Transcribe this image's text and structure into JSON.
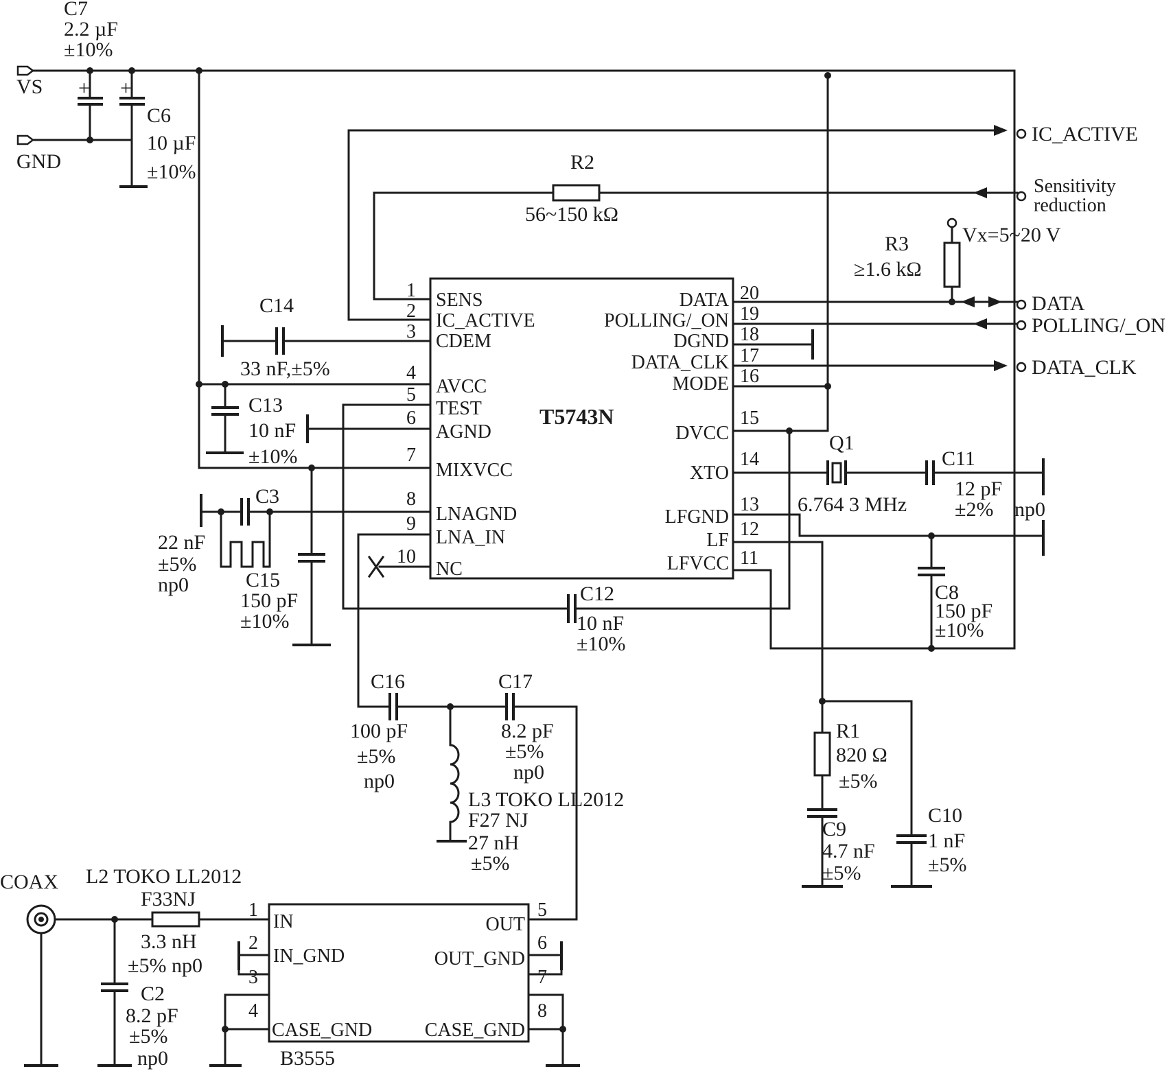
{
  "supply": {
    "vs": "VS",
    "gnd": "GND"
  },
  "c7": {
    "name": "C7",
    "value": "2.2 µF",
    "tol": "±10%"
  },
  "c6": {
    "name": "C6",
    "value": "10 µF",
    "tol": "±10%"
  },
  "r2": {
    "name": "R2",
    "value": "56~150 kΩ"
  },
  "r3": {
    "name": "R3",
    "value": "≥1.6 kΩ",
    "vx": "Vx=5~20 V"
  },
  "outputs": {
    "ic_active": "IC_ACTIVE",
    "sens_1": "Sensitivity",
    "sens_2": "reduction",
    "data": "DATA",
    "polling": "POLLING/_ON",
    "data_clk": "DATA_CLK"
  },
  "c14": {
    "name": "C14",
    "value": "33 nF,±5%"
  },
  "c13": {
    "name": "C13",
    "value": "10 nF",
    "tol": "±10%"
  },
  "c3": {
    "name": "C3",
    "value": "22 nF",
    "tol": "±5%",
    "np0": "np0"
  },
  "c15": {
    "name": "C15",
    "value": "150 pF",
    "tol": "±10%"
  },
  "ic": {
    "name": "T5743N",
    "left_pins": [
      {
        "num": "1",
        "label": "SENS"
      },
      {
        "num": "2",
        "label": "IC_ACTIVE"
      },
      {
        "num": "3",
        "label": "CDEM"
      },
      {
        "num": "4",
        "label": "AVCC"
      },
      {
        "num": "5",
        "label": "TEST"
      },
      {
        "num": "6",
        "label": "AGND"
      },
      {
        "num": "7",
        "label": "MIXVCC"
      },
      {
        "num": "8",
        "label": "LNAGND"
      },
      {
        "num": "9",
        "label": "LNA_IN"
      },
      {
        "num": "10",
        "label": "NC"
      }
    ],
    "right_pins": [
      {
        "num": "20",
        "label": "DATA"
      },
      {
        "num": "19",
        "label": "POLLING/_ON"
      },
      {
        "num": "18",
        "label": "DGND"
      },
      {
        "num": "17",
        "label": "DATA_CLK"
      },
      {
        "num": "16",
        "label": "MODE"
      },
      {
        "num": "15",
        "label": "DVCC"
      },
      {
        "num": "14",
        "label": "XTO"
      },
      {
        "num": "13",
        "label": "LFGND"
      },
      {
        "num": "12",
        "label": "LF"
      },
      {
        "num": "11",
        "label": "LFVCC"
      }
    ]
  },
  "q1": {
    "name": "Q1",
    "value": "6.764 3 MHz"
  },
  "c11": {
    "name": "C11",
    "value": "12 pF",
    "tol": "±2%",
    "np0": "np0"
  },
  "c8": {
    "name": "C8",
    "value": "150 pF",
    "tol": "±10%"
  },
  "c12": {
    "name": "C12",
    "value": "10 nF",
    "tol": "±10%"
  },
  "c16": {
    "name": "C16",
    "value": "100 pF",
    "tol": "±5%",
    "np0": "np0"
  },
  "c17": {
    "name": "C17",
    "value": "8.2 pF",
    "tol": "±5%",
    "np0": "np0"
  },
  "l3": {
    "line1": "L3 TOKO LL2012",
    "line2": "F27 NJ",
    "value": "27 nH",
    "tol": "±5%"
  },
  "r1": {
    "name": "R1",
    "value": "820  Ω",
    "tol": "±5%"
  },
  "c9": {
    "name": "C9",
    "value": "4.7 nF",
    "tol": "±5%"
  },
  "c10": {
    "name": "C10",
    "value": "1 nF",
    "tol": "±5%"
  },
  "coax": "COAX",
  "l2": {
    "line1": "L2 TOKO LL2012",
    "line2": "F33NJ",
    "value": "3.3 nH",
    "tol": "±5% np0"
  },
  "c2": {
    "name": "C2",
    "value": "8.2 pF",
    "tol": "±5%",
    "np0": "np0"
  },
  "filter": {
    "name": "B3555",
    "pins": [
      {
        "num": "1",
        "label": "IN"
      },
      {
        "num": "2",
        "label": "IN_GND"
      },
      {
        "num": "3",
        "label": ""
      },
      {
        "num": "4",
        "label": "CASE_GND"
      },
      {
        "num": "5",
        "label": "OUT"
      },
      {
        "num": "6",
        "label": "OUT_GND"
      },
      {
        "num": "7",
        "label": ""
      },
      {
        "num": "8",
        "label": "CASE_GND"
      }
    ]
  }
}
